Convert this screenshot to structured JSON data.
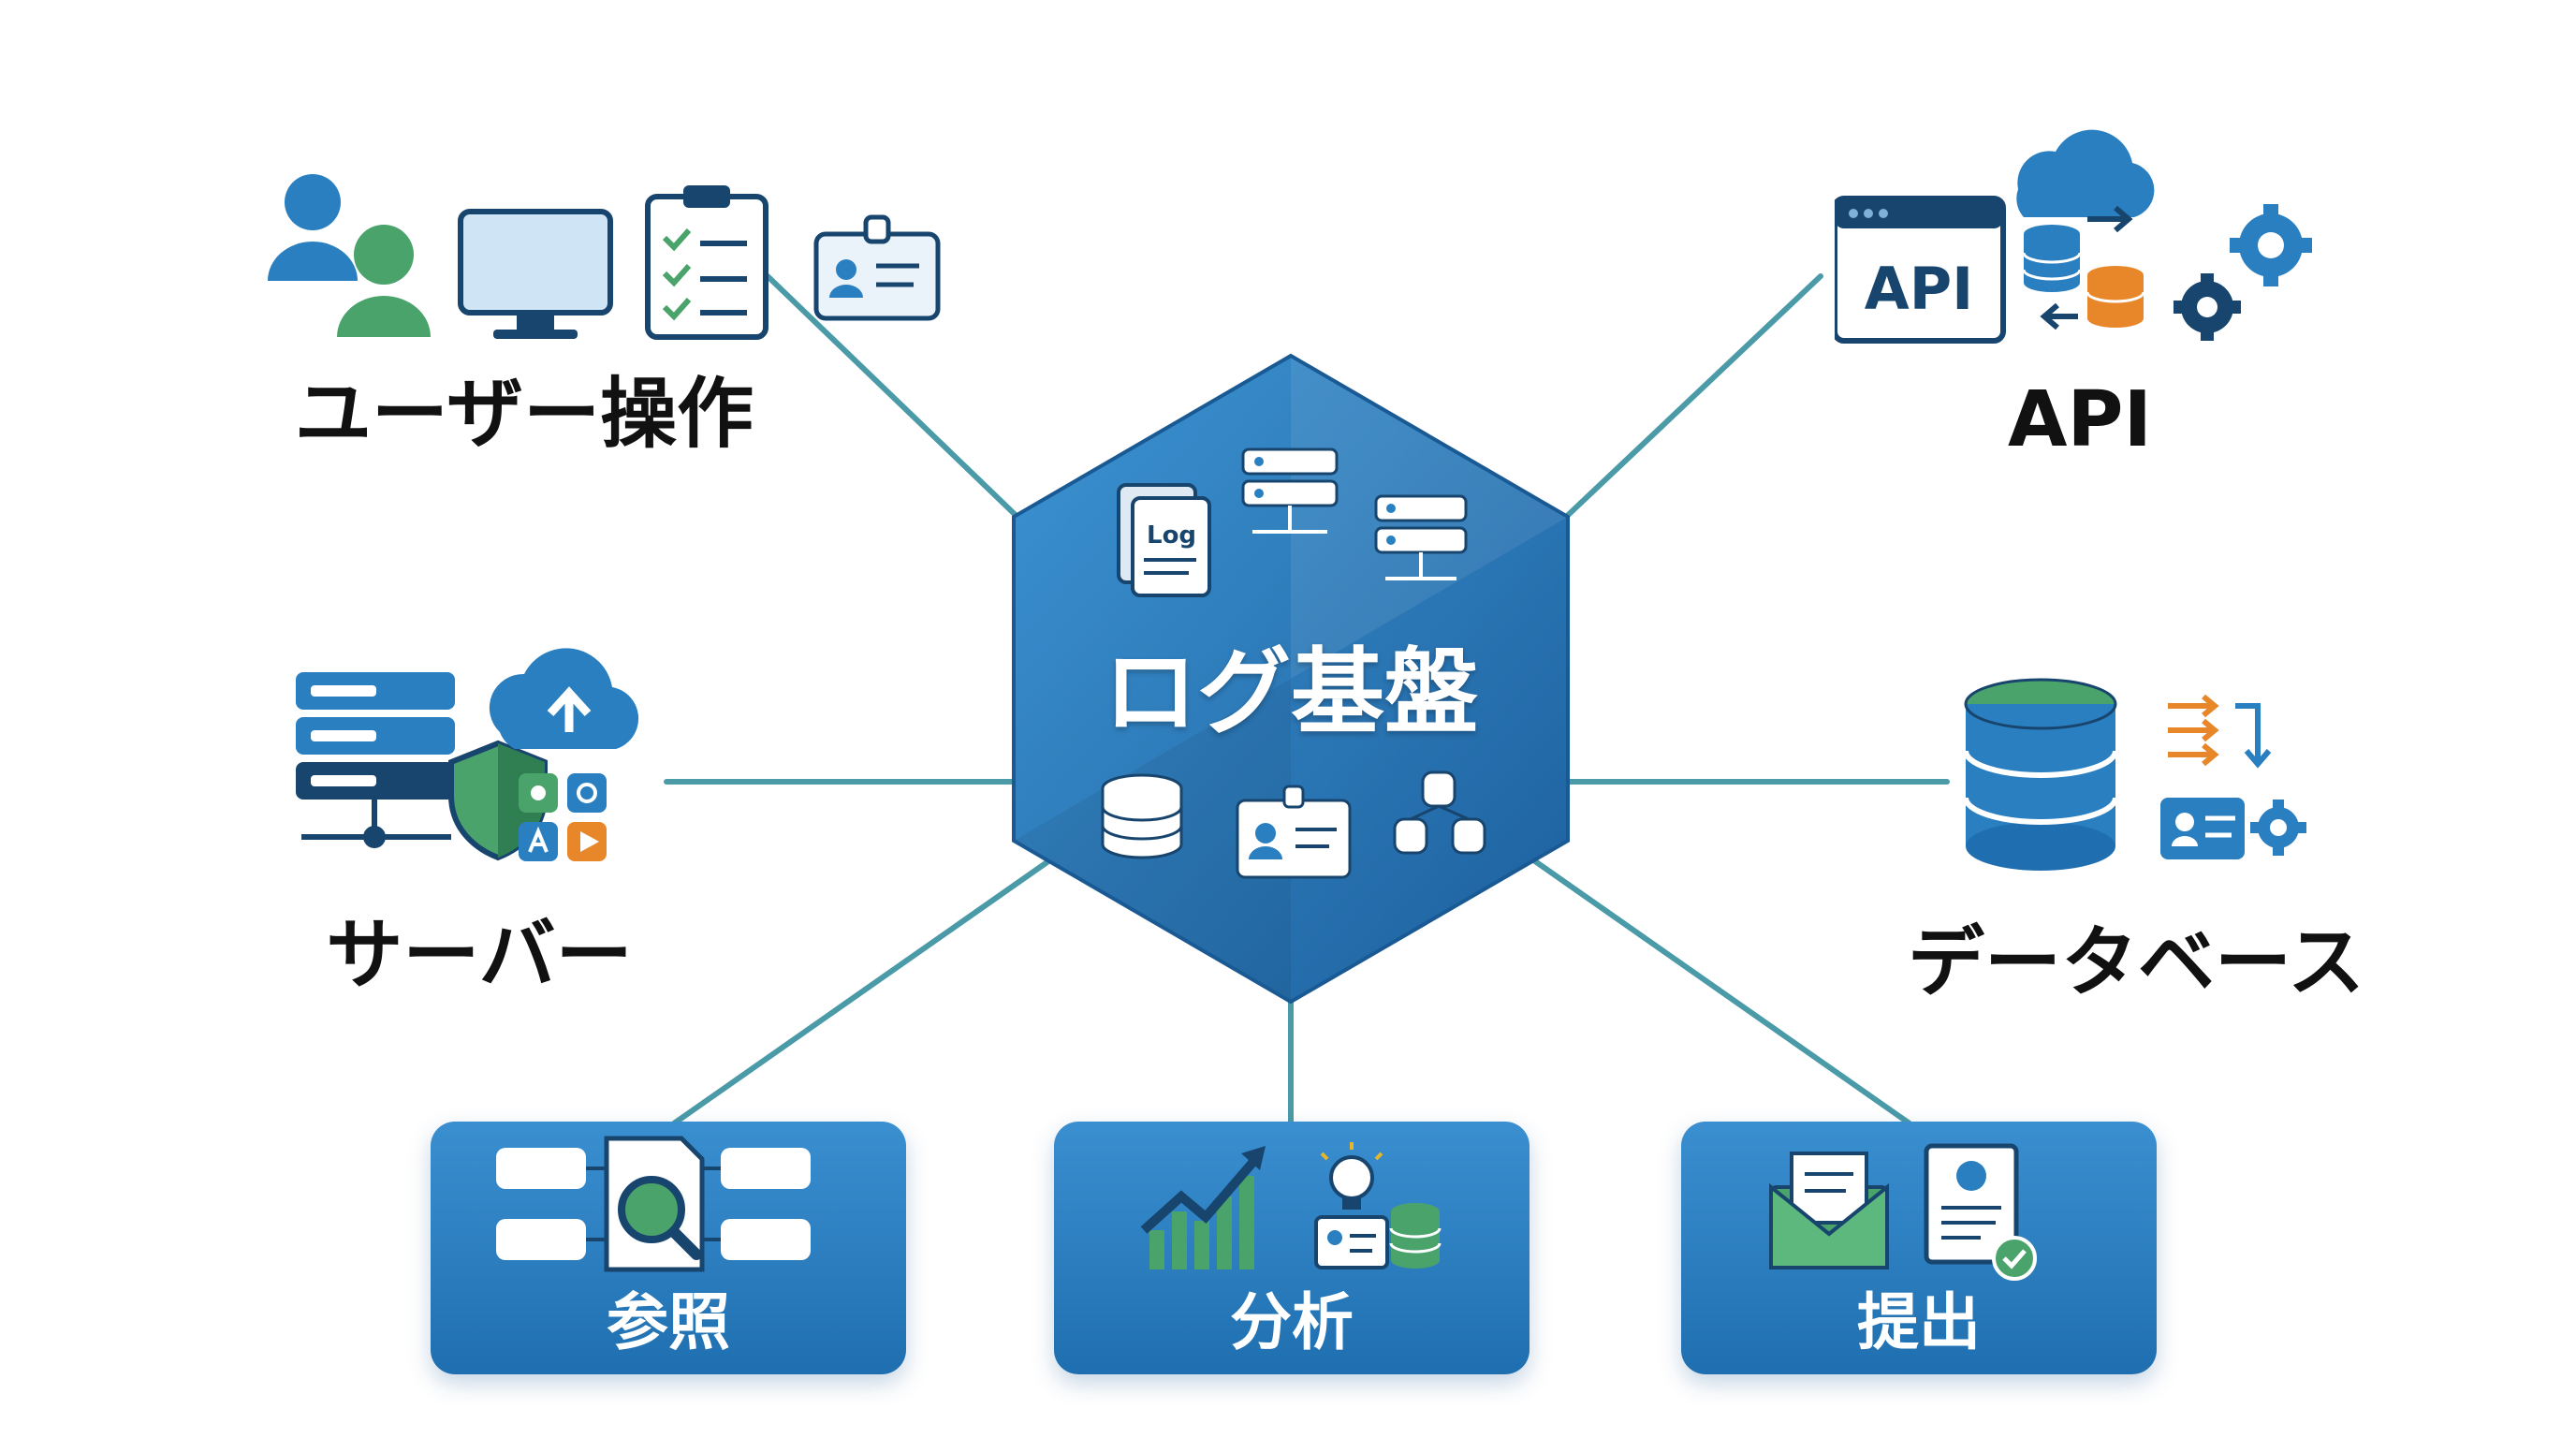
{
  "center": {
    "title": "ログ基盤",
    "log_badge": "Log"
  },
  "nodes": {
    "user_ops": "ユーザー操作",
    "api": "API",
    "server": "サーバー",
    "database": "データベース"
  },
  "api_window_text": "API",
  "boxes": {
    "reference": "参照",
    "analysis": "分析",
    "submission": "提出"
  },
  "colors": {
    "primary_blue": "#2a7fc1",
    "dark_blue": "#1d5f99",
    "green": "#4aa36b",
    "teal_line": "#4a9aa8",
    "orange": "#e8862a"
  }
}
